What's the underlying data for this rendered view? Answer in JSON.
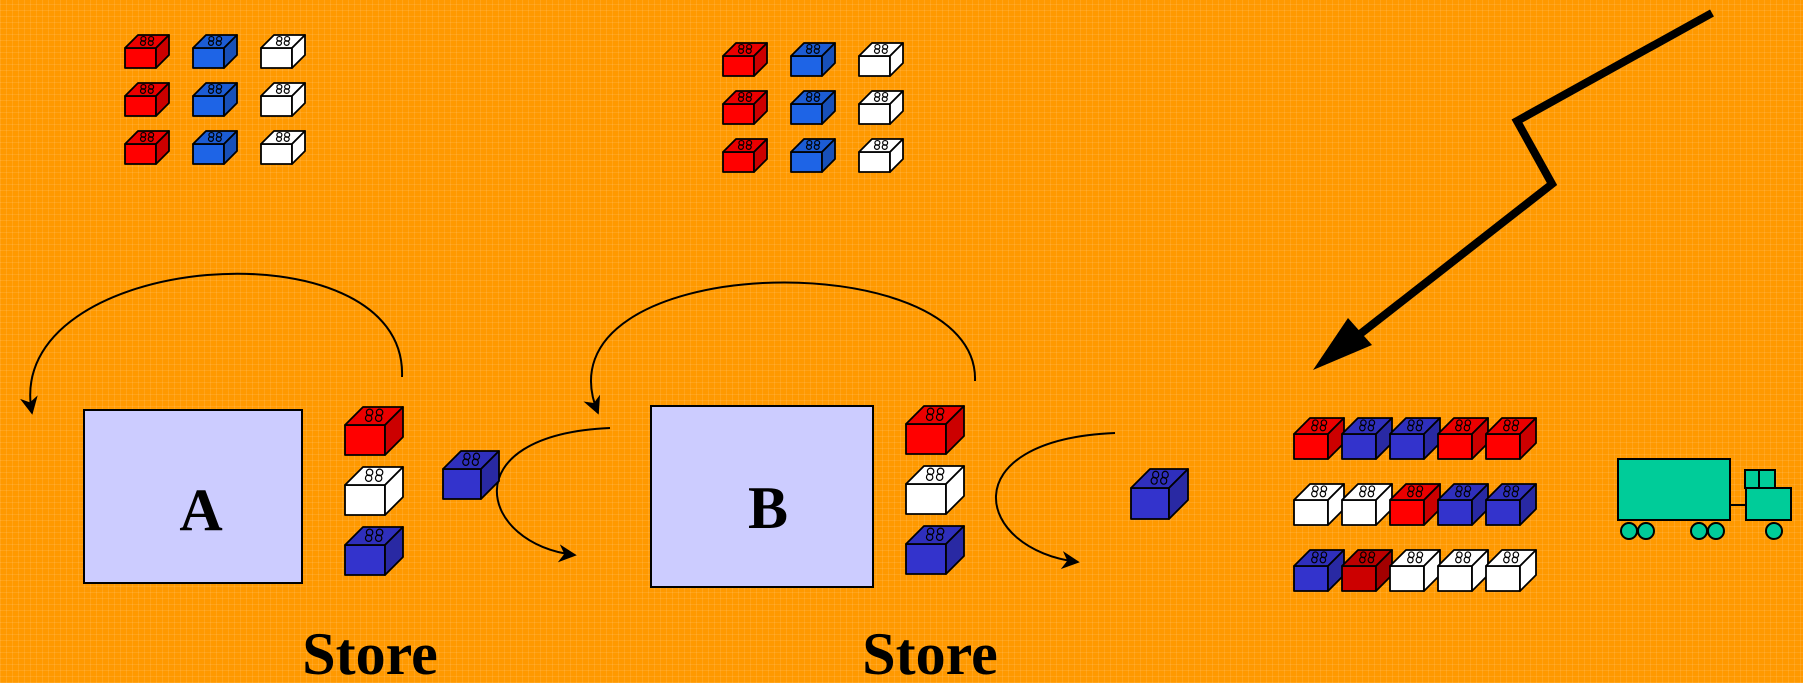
{
  "colors": {
    "background": "#FF9900",
    "process_box": "#CCCCFF",
    "red_brick": "#FF0000",
    "blue_brick": "#1E64E6",
    "navy_brick": "#3333CC",
    "dark_red_brick": "#CC0000",
    "white_brick": "#FFFFFF",
    "truck": "#00CC99",
    "line": "#000000"
  },
  "processes": [
    {
      "id": "A",
      "label": "A"
    },
    {
      "id": "B",
      "label": "B"
    }
  ],
  "stores": [
    {
      "label": "Store"
    },
    {
      "label": "Store"
    }
  ],
  "icons": [
    "lego-brick-icon",
    "truck-icon",
    "lightning-arrow-icon",
    "cycle-arrow-icon"
  ],
  "shipping_lot_rows": [
    [
      "red",
      "navy",
      "navy",
      "red",
      "red"
    ],
    [
      "white",
      "white",
      "red",
      "navy",
      "navy"
    ],
    [
      "navy",
      "dark_red",
      "white",
      "white",
      "white"
    ]
  ]
}
